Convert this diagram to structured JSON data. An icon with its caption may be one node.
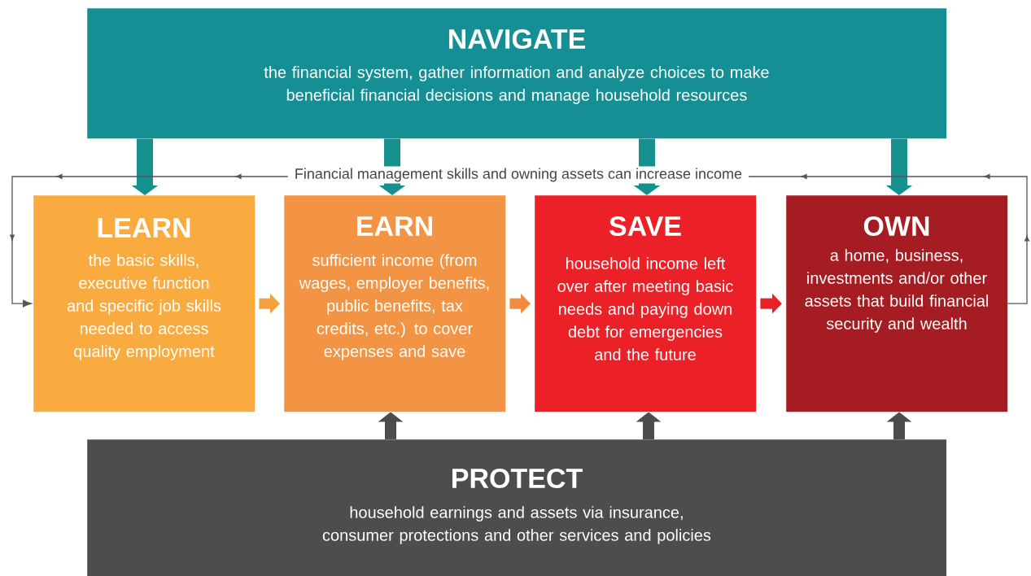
{
  "diagram": {
    "nodes": [
      {
        "text": [
          "NAVIGATE",
          "the financial system, gather information and analyze choices to make beneficial financial decisions and manage household resources"
        ]
      },
      {
        "text": [
          "LEARN",
          "the basic skills, executive function and specific job skills needed to access quality employment"
        ]
      },
      {
        "text": [
          "EARN",
          "sufficient income (from wages, employer benefits, public benefits, tax credits, etc.) to cover expenses and save"
        ]
      },
      {
        "text": [
          "SAVE",
          "household income left over after meeting basic needs and paying down debt for emergencies and the future"
        ]
      },
      {
        "text": [
          "OWN",
          "a home, business, investments and/or other assets that build financial security and wealth"
        ]
      },
      {
        "text": [
          "PROTECT",
          "household earnings and assets via insurance, consumer protections and other services and policies"
        ]
      }
    ],
    "edges": [
      {
        "from": 0,
        "to": 1,
        "arrow": "to",
        "color": "#16908f"
      },
      {
        "from": 0,
        "to": 2,
        "arrow": "to",
        "color": "#16908f"
      },
      {
        "from": 0,
        "to": 3,
        "arrow": "to",
        "color": "#16908f"
      },
      {
        "from": 0,
        "to": 4,
        "arrow": "to",
        "color": "#16908f"
      },
      {
        "from": 1,
        "to": 2,
        "arrow": "to",
        "color": "#f7a13d"
      },
      {
        "from": 2,
        "to": 3,
        "arrow": "to",
        "color": "#f38b3c"
      },
      {
        "from": 3,
        "to": 4,
        "arrow": "to",
        "color": "#ec2027"
      },
      {
        "from": 5,
        "to": 2,
        "arrow": "to",
        "color": "#4d4d4d"
      },
      {
        "from": 5,
        "to": 3,
        "arrow": "to",
        "color": "#4d4d4d"
      },
      {
        "from": 5,
        "to": 4,
        "arrow": "to",
        "color": "#4d4d4d"
      },
      {
        "from": 4,
        "to": 1,
        "arrow": "to",
        "label": "Financial management skills and owning assets can increase income",
        "color": "#555555"
      }
    ]
  }
}
